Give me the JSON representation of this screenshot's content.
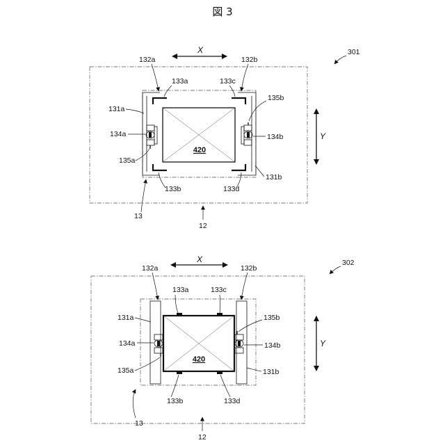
{
  "figure_title": "図 3",
  "panel_top": {
    "ref": "301",
    "axis_x": "X",
    "axis_y": "Y",
    "labels": {
      "l132a": "132a",
      "l132b": "132b",
      "l133a": "133a",
      "l133c": "133c",
      "l131a": "131a",
      "l135b": "135b",
      "l134a": "134a",
      "l134b": "134b",
      "l135a": "135a",
      "l131b": "131b",
      "l133b": "133b",
      "l133d": "133d",
      "l13": "13",
      "l12": "12",
      "box": "420"
    }
  },
  "panel_bottom": {
    "ref": "302",
    "axis_x": "X",
    "axis_y": "Y",
    "labels": {
      "l132a": "132a",
      "l132b": "132b",
      "l133a": "133a",
      "l133c": "133c",
      "l131a": "131a",
      "l135b": "135b",
      "l134a": "134a",
      "l134b": "134b",
      "l135a": "135a",
      "l131b": "131b",
      "l133b": "133b",
      "l133d": "133d",
      "l13": "13",
      "l12": "12",
      "box": "420"
    }
  }
}
